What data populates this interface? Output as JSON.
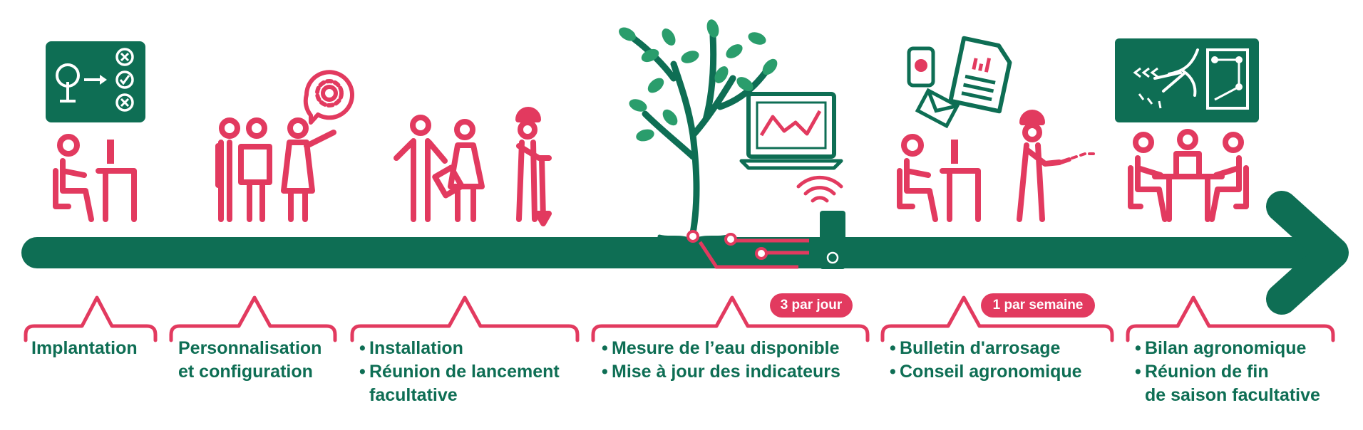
{
  "colors": {
    "green": "#0e6e54",
    "red": "#e23a5f",
    "leaf": "#2a9d6c",
    "white": "#ffffff"
  },
  "steps": [
    {
      "lines": [
        "Implantation"
      ],
      "bullets": false,
      "icons": [
        "tree-diagram-icon",
        "office-worker-icon"
      ]
    },
    {
      "lines": [
        "Personnalisation",
        "et configuration"
      ],
      "bullets": false,
      "icons": [
        "team-discussion-icon",
        "gear-speech-icon"
      ]
    },
    {
      "lines": [
        "Installation",
        "Réunion de lancement",
        "facultative"
      ],
      "bullets": [
        true,
        true,
        false
      ],
      "icons": [
        "field-team-icon"
      ]
    },
    {
      "lines": [
        "Mesure de l’eau disponible",
        "Mise à jour des indicateurs"
      ],
      "bullets": [
        true,
        true
      ],
      "badge": "3 par jour",
      "icons": [
        "tree-icon",
        "laptop-chart-icon",
        "wifi-icon",
        "sensor-icon"
      ]
    },
    {
      "lines": [
        "Bulletin d'arrosage",
        "Conseil agronomique"
      ],
      "bullets": [
        true,
        true
      ],
      "badge": "1 par semaine",
      "icons": [
        "documents-icon",
        "office-worker-icon",
        "irrigating-worker-icon"
      ]
    },
    {
      "lines": [
        "Bilan agronomique",
        "Réunion de fin",
        "de saison facultative"
      ],
      "bullets": [
        true,
        true,
        false
      ],
      "icons": [
        "map-board-icon",
        "meeting-table-icon"
      ]
    }
  ]
}
